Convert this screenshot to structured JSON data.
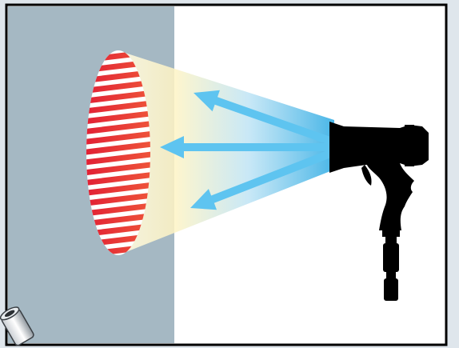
{
  "diagram": {
    "colors": {
      "frame_border": "#000000",
      "wall_shading": "#a5b8c3",
      "background": "#ffffff",
      "beam_glow": "#fff6c8",
      "beam_blue": "#4ab8e6",
      "arrow_blue": "#5ec4f0",
      "stripe_red": "#e8202e",
      "device_black": "#000000"
    },
    "icons": {
      "device": "handheld-scanner-icon",
      "pattern": "striped-ellipse-pattern",
      "corner": "cylinder-fitting-icon"
    },
    "arrow_count": 3,
    "stripe_count": 20
  }
}
